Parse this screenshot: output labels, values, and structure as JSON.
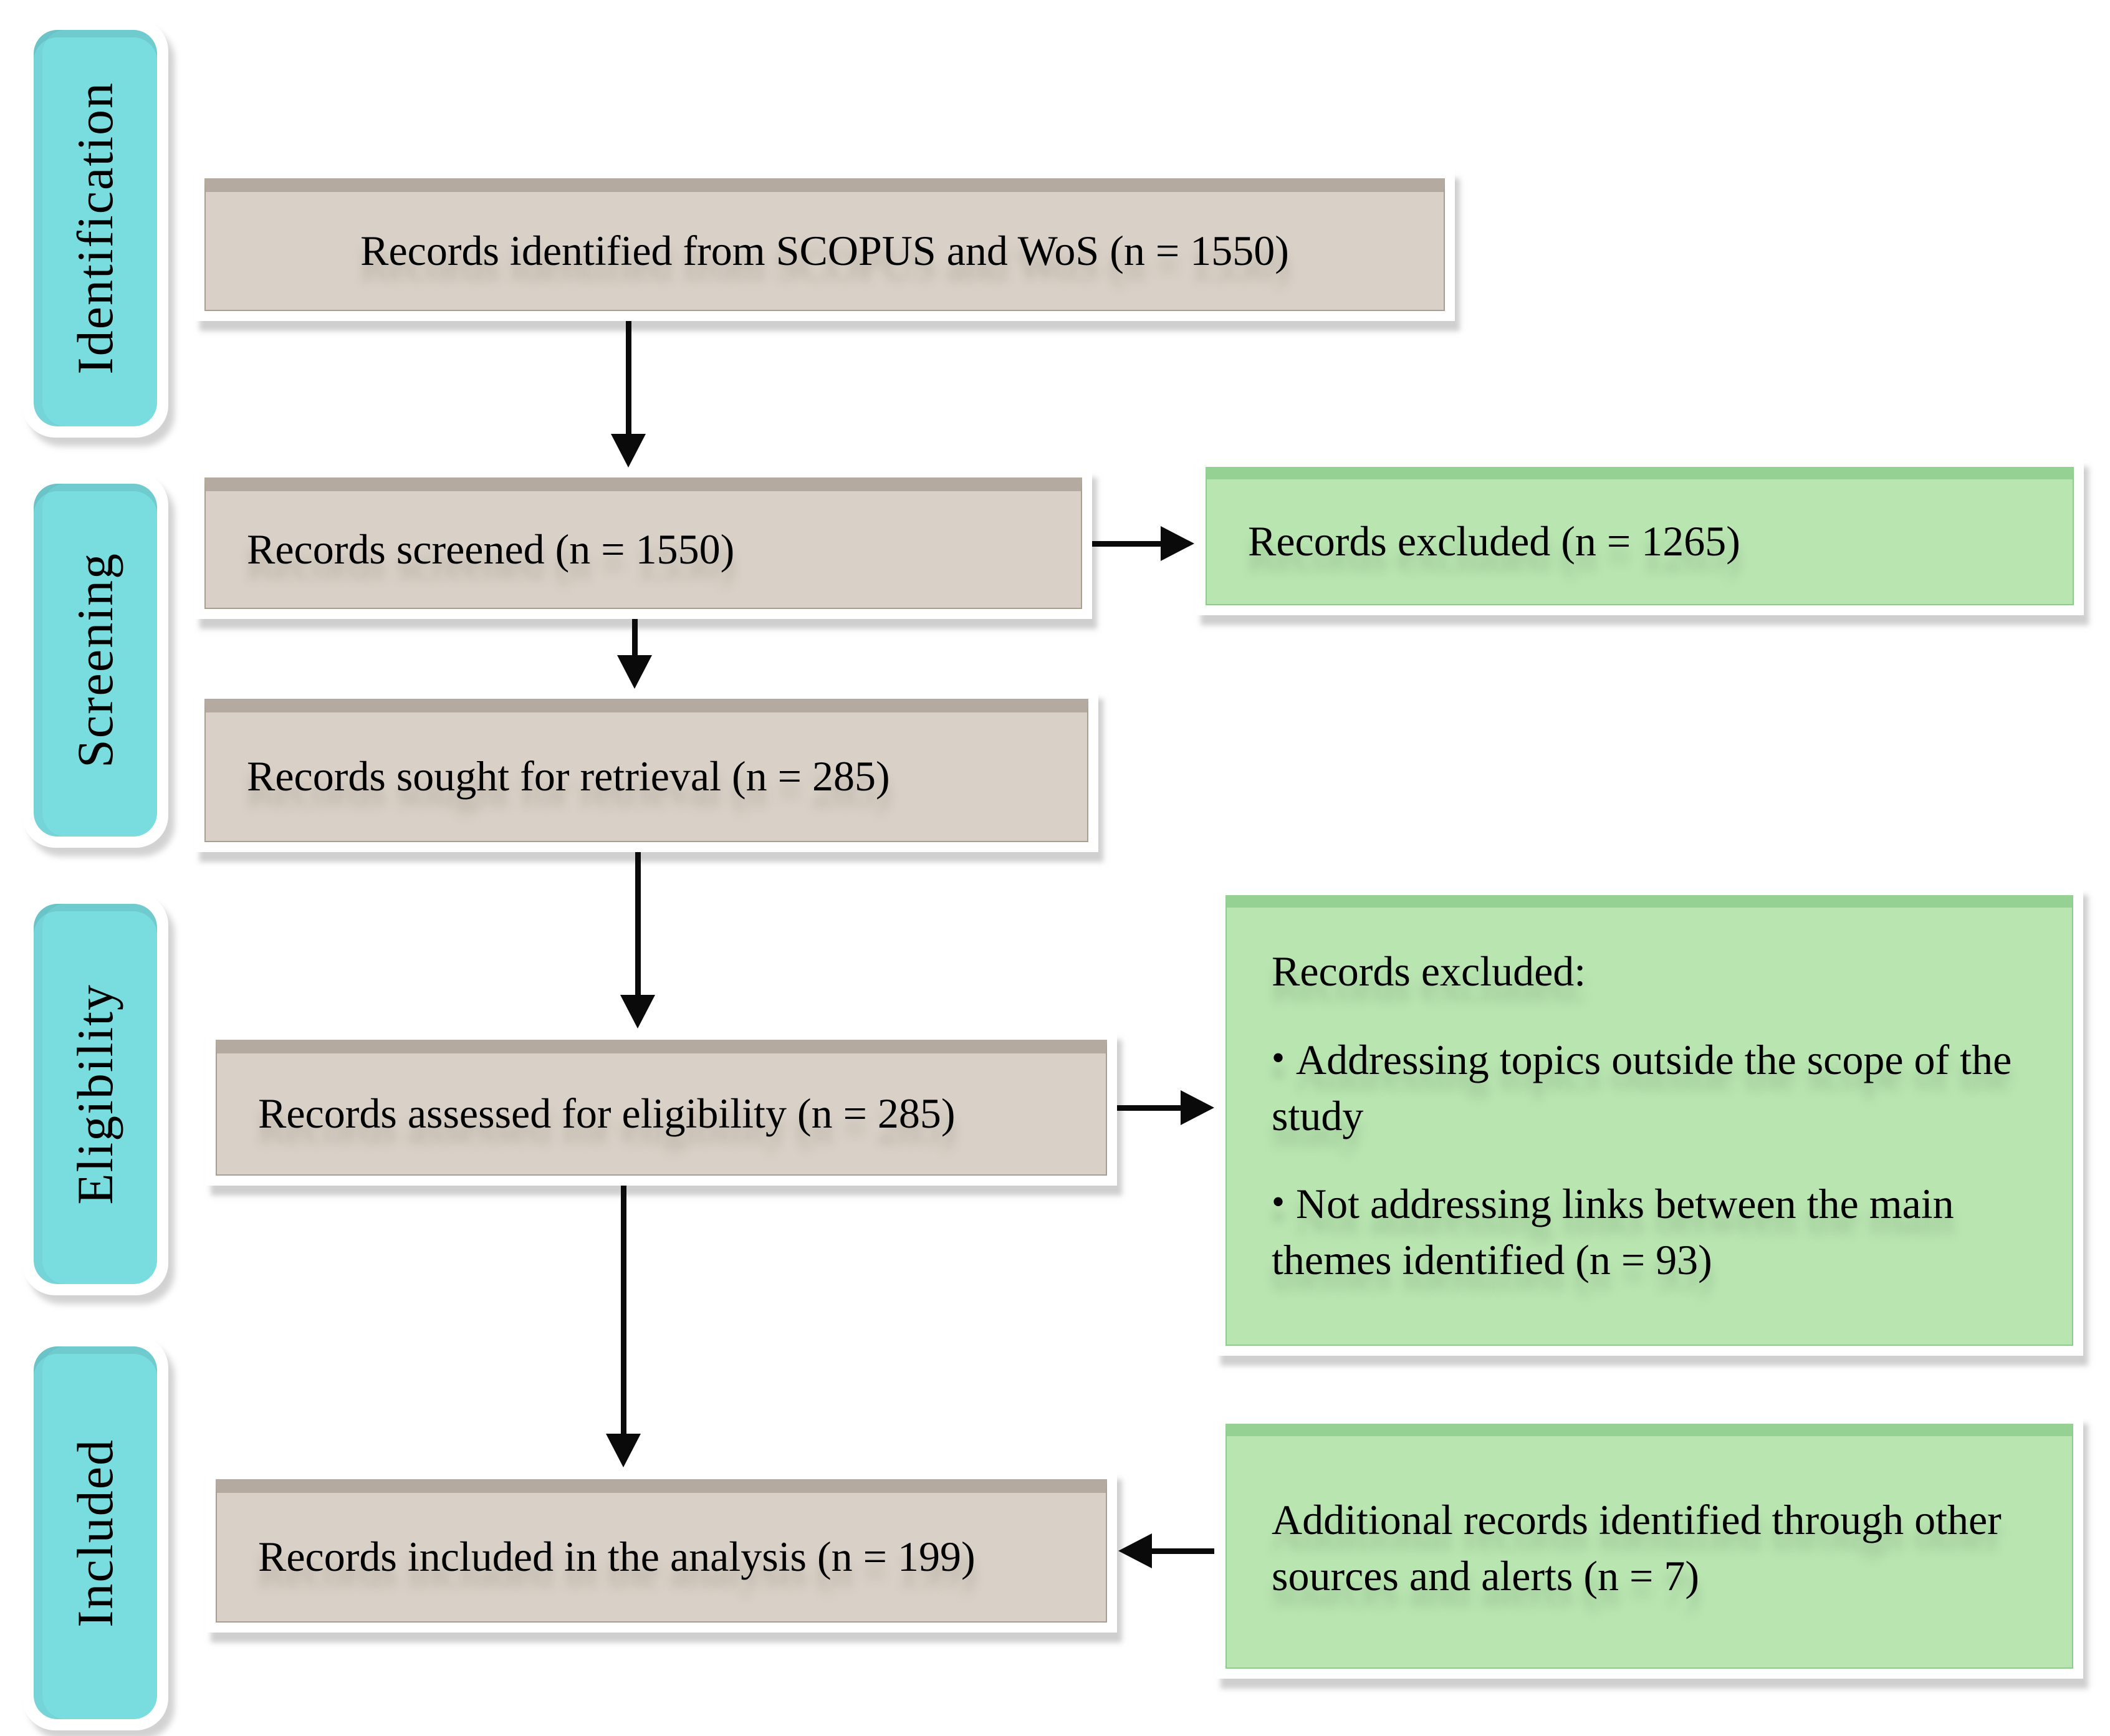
{
  "stages": {
    "identification": "Identification",
    "screening": "Screening",
    "eligibility": "Eligibility",
    "included": "Included"
  },
  "flow_boxes": {
    "identified": "Records identified from SCOPUS and WoS (n = 1550)",
    "screened": "Records screened (n = 1550)",
    "sought": "Records sought for retrieval (n = 285)",
    "assessed": "Records assessed for eligibility (n = 285)",
    "included": "Records included in the analysis (n = 199)"
  },
  "side_boxes": {
    "excluded_screening": "Records excluded (n = 1265)",
    "excluded_eligibility_title": "Records excluded:",
    "bullet_icon": "•",
    "excluded_bullet_1": "Addressing topics outside the scope of the study",
    "excluded_bullet_2": "Not addressing links between the main themes identified (n = 93)",
    "additional": "Additional records identified through other sources and alerts (n = 7)"
  },
  "colors": {
    "stage_fill": "#79dde0",
    "flow_fill": "#d9d1c7",
    "flow_strip": "#b4aa9f",
    "side_fill": "#b9e5b1",
    "side_strip": "#94d193",
    "arrow": "#0a0a0a"
  }
}
